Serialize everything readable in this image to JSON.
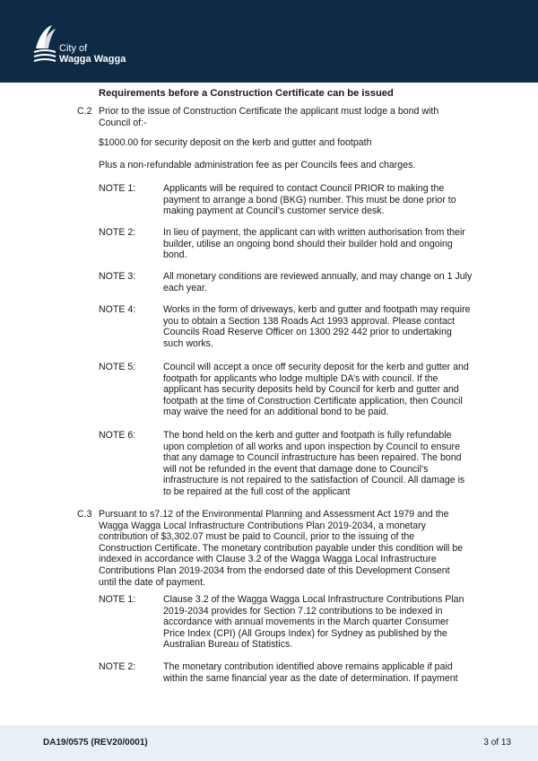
{
  "header": {
    "logo_line1": "City of",
    "logo_line2": "Wagga Wagga"
  },
  "heading": "Requirements before a Construction Certificate can be issued",
  "c2": {
    "number": "C.2",
    "intro": "Prior to the issue of Construction Certificate the applicant must lodge a bond with Council of:-",
    "deposit": "$1000.00 for security deposit on the kerb and gutter and footpath",
    "admin_fee": "Plus a non-refundable administration fee as per Councils fees and charges.",
    "notes": [
      {
        "label": "NOTE 1:",
        "text": "Applicants will be required to contact Council PRIOR to making the payment to arrange a bond (BKG) number. This must be done prior to making payment at Council’s customer service desk."
      },
      {
        "label": "NOTE 2:",
        "text": "In lieu of payment, the applicant can with written authorisation from their builder, utilise an ongoing bond should their builder hold and ongoing bond."
      },
      {
        "label": "NOTE 3:",
        "text": "All monetary conditions are reviewed annually, and may change on 1 July each year."
      },
      {
        "label": "NOTE 4:",
        "text": "Works in the form of driveways, kerb and gutter and footpath may require you to obtain a Section 138 Roads Act 1993 approval. Please contact Councils Road Reserve Officer on 1300 292 442 prior to undertaking such works."
      },
      {
        "label": "NOTE 5:",
        "text": "Council will accept a once off security deposit for the kerb and gutter and footpath for applicants who lodge multiple DA’s with council. If the applicant has security deposits held by Council for kerb and gutter and footpath at the time of Construction Certificate application, then Council may waive the need for an additional bond to be paid."
      },
      {
        "label": "NOTE 6:",
        "text": "The bond held on the kerb and gutter and footpath is fully refundable upon completion of all works and upon inspection by Council to ensure that any damage to Council infrastructure has been repaired. The bond will not be refunded in the event that damage done to Council’s infrastructure is not repaired to the satisfaction of Council. All damage is to be repaired at the full cost of the applicant"
      }
    ]
  },
  "c3": {
    "number": "C.3",
    "intro": "Pursuant to s7.12 of the Environmental Planning and Assessment Act 1979 and the Wagga Wagga Local Infrastructure Contributions Plan 2019-2034, a monetary contribution of $3,302.07 must be paid to Council, prior to the issuing of the Construction Certificate. The monetary contribution payable under this condition will be indexed in accordance with Clause 3.2 of the Wagga Wagga Local Infrastructure Contributions Plan 2019-2034 from the endorsed date of this Development Consent until the date of payment.",
    "notes": [
      {
        "label": "NOTE 1:",
        "text": "Clause 3.2 of the Wagga Wagga Local Infrastructure Contributions Plan 2019-2034 provides for Section 7.12 contributions to be indexed in accordance with annual movements in the March quarter Consumer Price Index (CPI) (All Groups Index) for Sydney as published by the Australian Bureau of Statistics."
      },
      {
        "label": "NOTE 2:",
        "text": "The monetary contribution identified above remains applicable if paid within the same financial year as the date of determination. If payment"
      }
    ]
  },
  "footer": {
    "reference": "DA19/0575 (REV20/0001)",
    "page": "3 of 13"
  }
}
